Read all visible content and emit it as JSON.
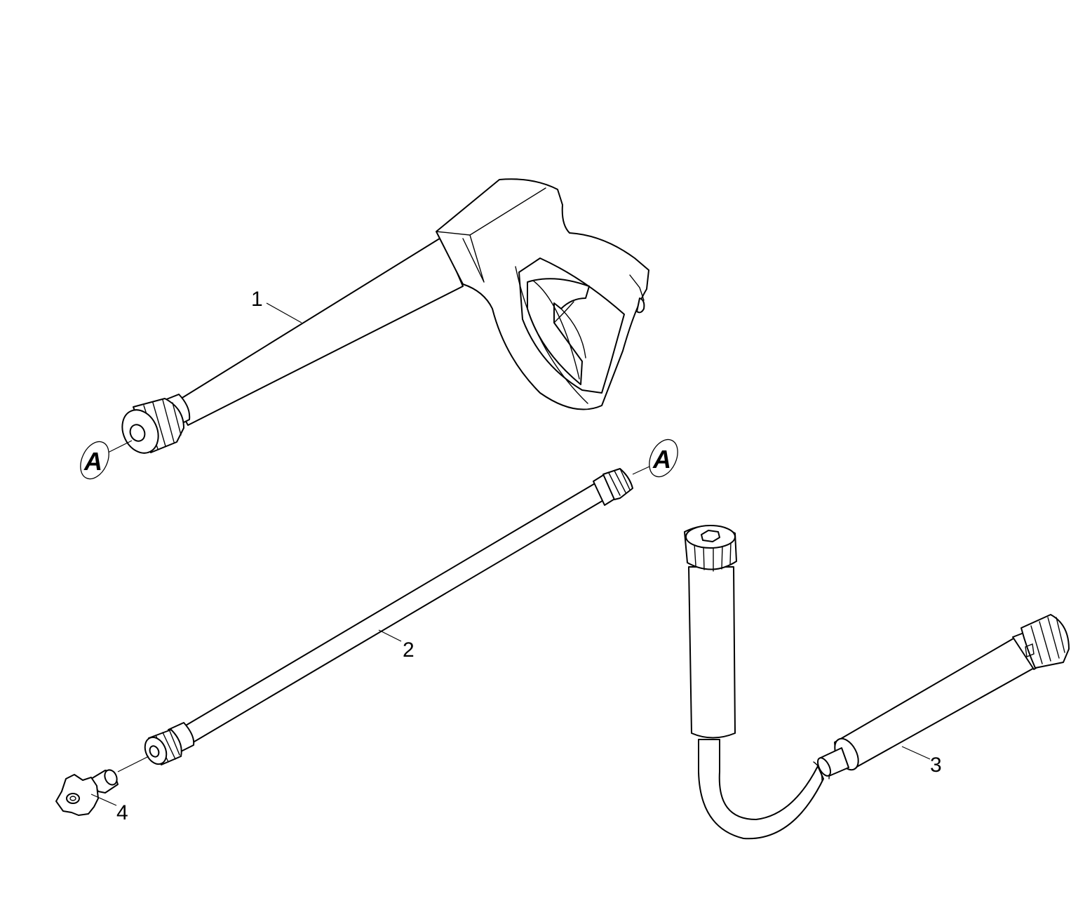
{
  "callouts": {
    "part_1": "1",
    "part_2": "2",
    "part_3": "3",
    "part_4": "4"
  },
  "connection_markers": {
    "gun_end": "A",
    "lance_end": "A"
  },
  "colors": {
    "line": "#000000",
    "background": "#ffffff"
  }
}
